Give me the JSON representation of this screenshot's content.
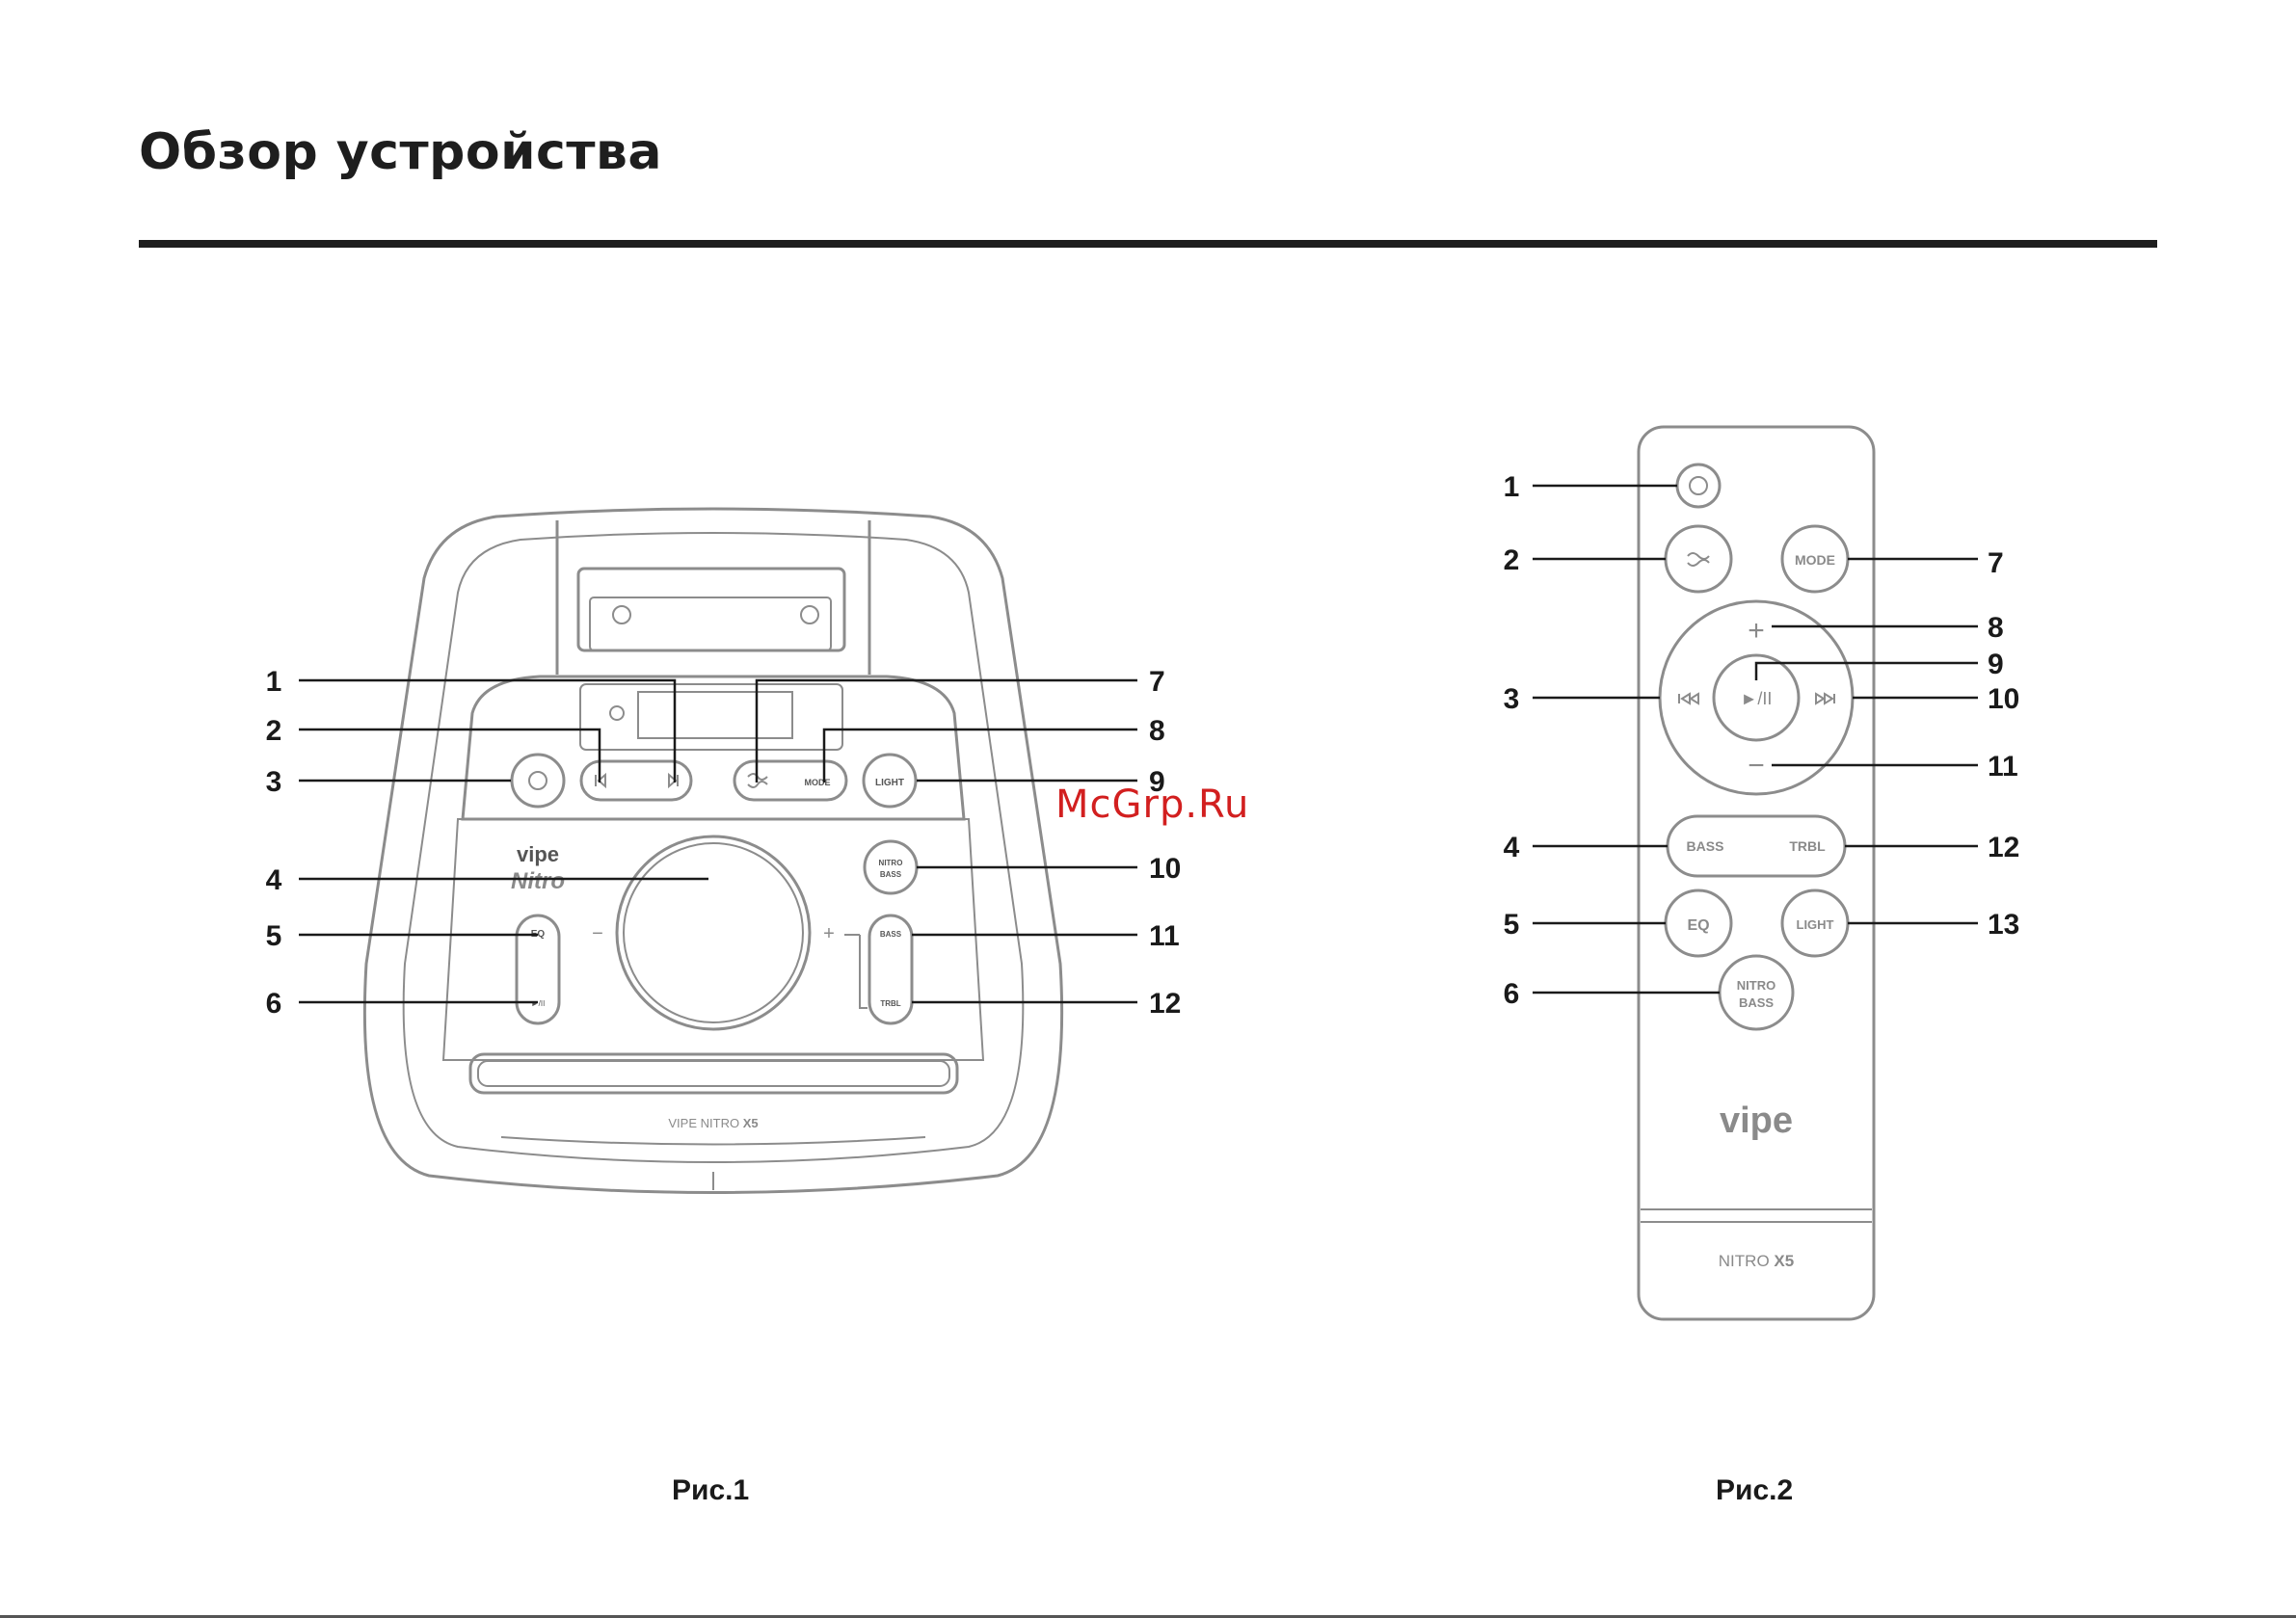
{
  "page": {
    "title": "Обзор устройства",
    "watermark": "McGrp.Ru"
  },
  "figure1": {
    "caption": "Рис.1",
    "brand": "vipe",
    "brand_script": "Nitro",
    "model_prefix": "VIPE NITRO",
    "model_suffix": "X5",
    "labels": {
      "light": "LIGHT",
      "mode": "MODE",
      "nitro": "NITRO",
      "bass": "BASS",
      "eq": "EQ",
      "play_pause": "►/II",
      "bass_btn": "BASS",
      "trbl_btn": "TRBL",
      "minus": "−",
      "plus": "+"
    },
    "callouts_left": [
      "1",
      "2",
      "3",
      "4",
      "5",
      "6"
    ],
    "callouts_right": [
      "7",
      "8",
      "9",
      "10",
      "11",
      "12"
    ]
  },
  "figure2": {
    "caption": "Рис.2",
    "brand": "vipe",
    "model_prefix": "NITRO",
    "model_suffix": "X5",
    "labels": {
      "mode": "MODE",
      "plus": "+",
      "minus": "−",
      "play_pause": "►/II",
      "bass": "BASS",
      "trbl": "TRBL",
      "eq": "EQ",
      "light": "LIGHT",
      "nitro": "NITRO",
      "nitro_bass": "BASS"
    },
    "callouts_left": [
      "1",
      "2",
      "3",
      "4",
      "5",
      "6"
    ],
    "callouts_right": [
      "7",
      "8",
      "9",
      "10",
      "11",
      "12",
      "13"
    ]
  },
  "colors": {
    "line": "#1a1a1a",
    "device": "#8c8c8c",
    "watermark": "#d21f1f"
  }
}
